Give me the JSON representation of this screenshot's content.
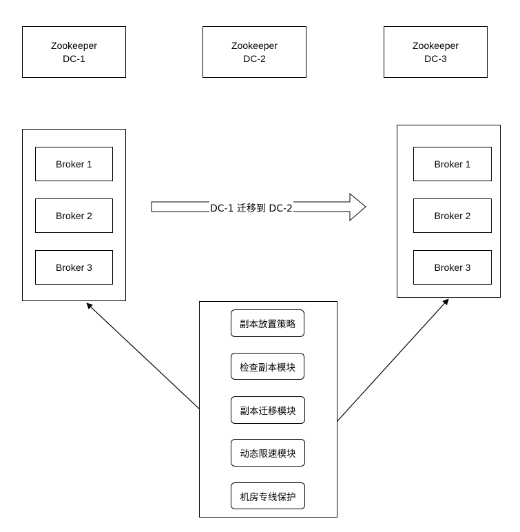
{
  "zookeepers": [
    {
      "name": "Zookeeper",
      "dc": "DC-1"
    },
    {
      "name": "Zookeeper",
      "dc": "DC-2"
    },
    {
      "name": "Zookeeper",
      "dc": "DC-3"
    }
  ],
  "source_cluster": {
    "brokers": [
      "Broker 1",
      "Broker 2",
      "Broker 3"
    ]
  },
  "target_cluster": {
    "brokers": [
      "Broker 1",
      "Broker 2",
      "Broker 3"
    ]
  },
  "migration_arrow": {
    "label": "DC-1  迁移到 DC-2"
  },
  "control_modules": [
    "副本放置策略",
    "检查副本模块",
    "副本迁移模块",
    "动态限速模块",
    "机房专线保护"
  ]
}
